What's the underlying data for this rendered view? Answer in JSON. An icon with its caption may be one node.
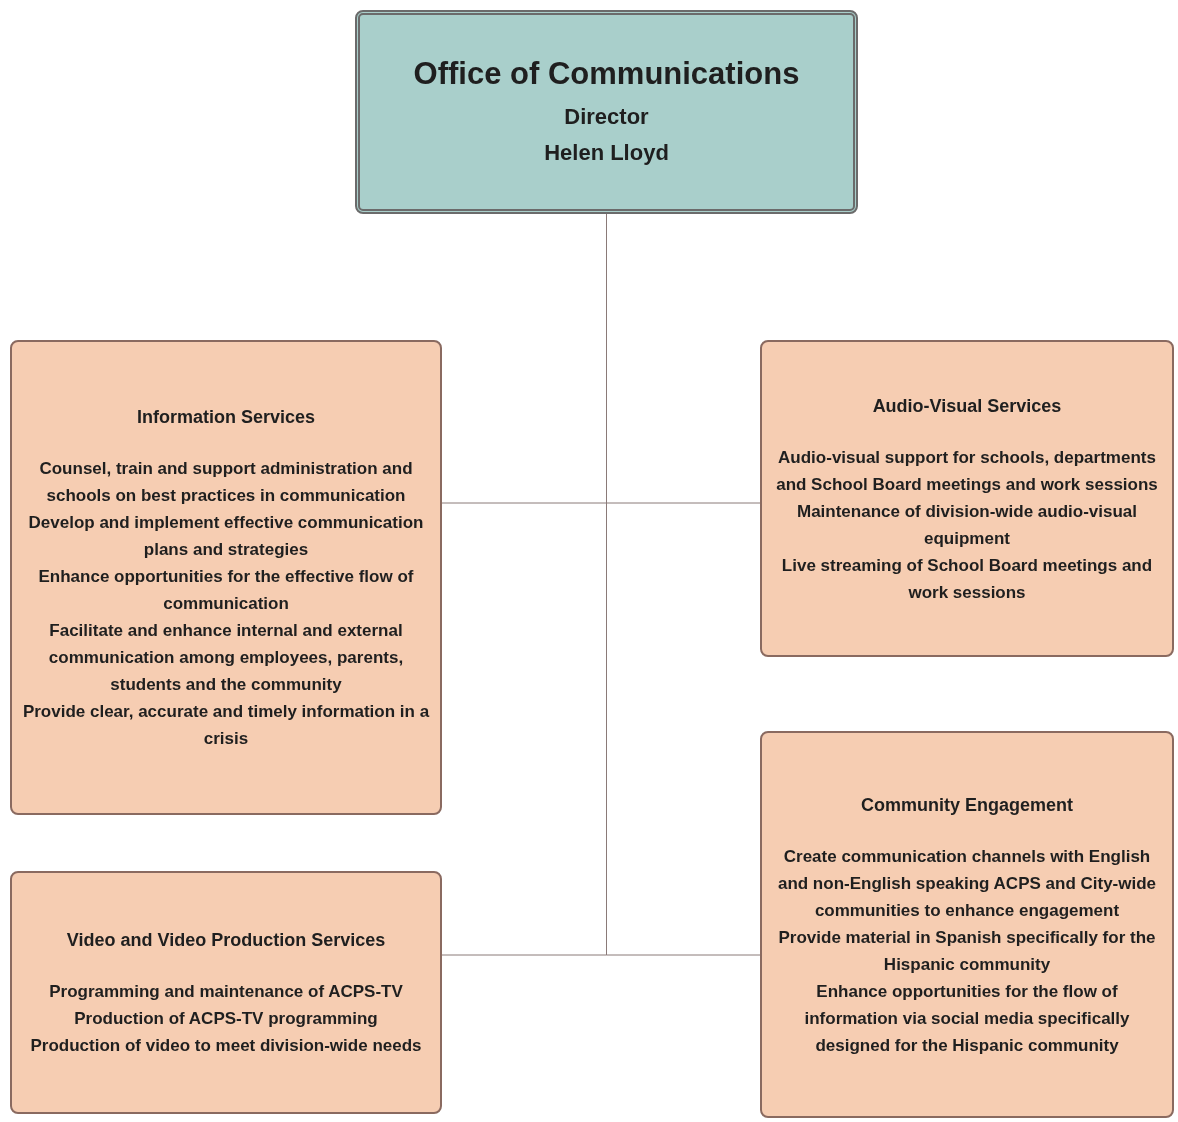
{
  "diagram": {
    "nodes": [
      {
        "text": [
          "Office of Communications",
          "Director",
          "Helen Lloyd"
        ]
      },
      {
        "text": [
          "Information Services",
          "Counsel, train and support administration and schools on best practices in communication",
          "Develop and implement effective communication plans and strategies",
          "Enhance opportunities for the effective flow of communication",
          "Facilitate and enhance internal and external communication among employees, parents, students and the community",
          "Provide clear, accurate and timely information in a crisis"
        ]
      },
      {
        "text": [
          "Audio-Visual Services",
          "Audio-visual support for schools, departments and School Board meetings and work sessions",
          "Maintenance of division-wide audio-visual equipment",
          "Live streaming of School Board meetings and work sessions"
        ]
      },
      {
        "text": [
          "Video and Video Production Services",
          "Programming and maintenance of ACPS-TV",
          "Production of ACPS-TV programming",
          "Production of video to meet division-wide needs"
        ]
      },
      {
        "text": [
          "Community Engagement",
          "Create communication channels with English and non-English speaking ACPS and City-wide communities to enhance engagement",
          "Provide material in Spanish specifically for the Hispanic community",
          "Enhance opportunities for the flow of information via social media specifically designed for the Hispanic community"
        ]
      }
    ],
    "edges": [
      {
        "from": 0,
        "to": 1,
        "arrow": "none"
      },
      {
        "from": 0,
        "to": 2,
        "arrow": "none"
      },
      {
        "from": 0,
        "to": 3,
        "arrow": "none"
      },
      {
        "from": 0,
        "to": 4,
        "arrow": "none"
      }
    ]
  }
}
